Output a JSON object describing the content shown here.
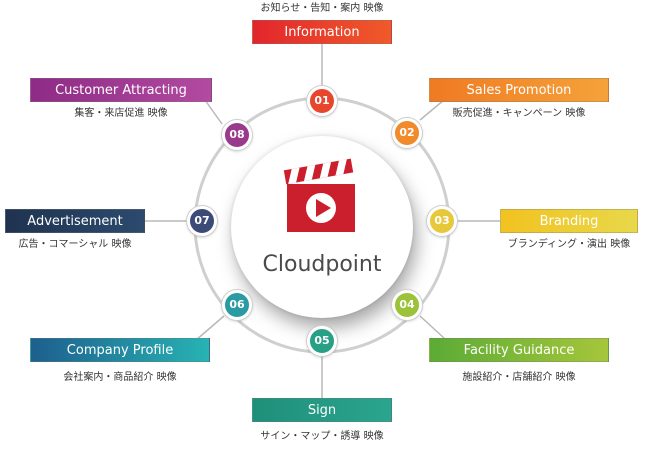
{
  "center": {
    "brand": "Cloudpoint",
    "icon": "clapperboard-play-icon",
    "accent": "#cc1f2d"
  },
  "items": [
    {
      "num": "01",
      "title": "Information",
      "desc": "お知らせ・告知・案内 映像",
      "color_from": "#e2262c",
      "color_to": "#f05a2a",
      "node_color": "#e8452d"
    },
    {
      "num": "02",
      "title": "Sales Promotion",
      "desc": "販売促進・キャンペーン 映像",
      "color_from": "#ef7a22",
      "color_to": "#f5a23a",
      "node_color": "#f08a2a"
    },
    {
      "num": "03",
      "title": "Branding",
      "desc": "ブランディング・演出 映像",
      "color_from": "#f2c220",
      "color_to": "#e8d84a",
      "node_color": "#e6c83a"
    },
    {
      "num": "04",
      "title": "Facility Guidance",
      "desc": "施設紹介・店舗紹介 映像",
      "color_from": "#5bab35",
      "color_to": "#a6c63a",
      "node_color": "#9cc23a"
    },
    {
      "num": "05",
      "title": "Sign",
      "desc": "サイン・マップ・誘導 映像",
      "color_from": "#1f8f7a",
      "color_to": "#2aa58e",
      "node_color": "#27a086"
    },
    {
      "num": "06",
      "title": "Company Profile",
      "desc": "会社案内・商品紹介 映像",
      "color_from": "#1d5f8e",
      "color_to": "#27b3b3",
      "node_color": "#2a9aa3"
    },
    {
      "num": "07",
      "title": "Advertisement",
      "desc": "広告・コマーシャル 映像",
      "color_from": "#1f3350",
      "color_to": "#2c4a6e",
      "node_color": "#3c4a78"
    },
    {
      "num": "08",
      "title": "Customer Attracting",
      "desc": "集客・来店促進 映像",
      "color_from": "#8e2b86",
      "color_to": "#b24aa0",
      "node_color": "#9a3a8c"
    }
  ]
}
